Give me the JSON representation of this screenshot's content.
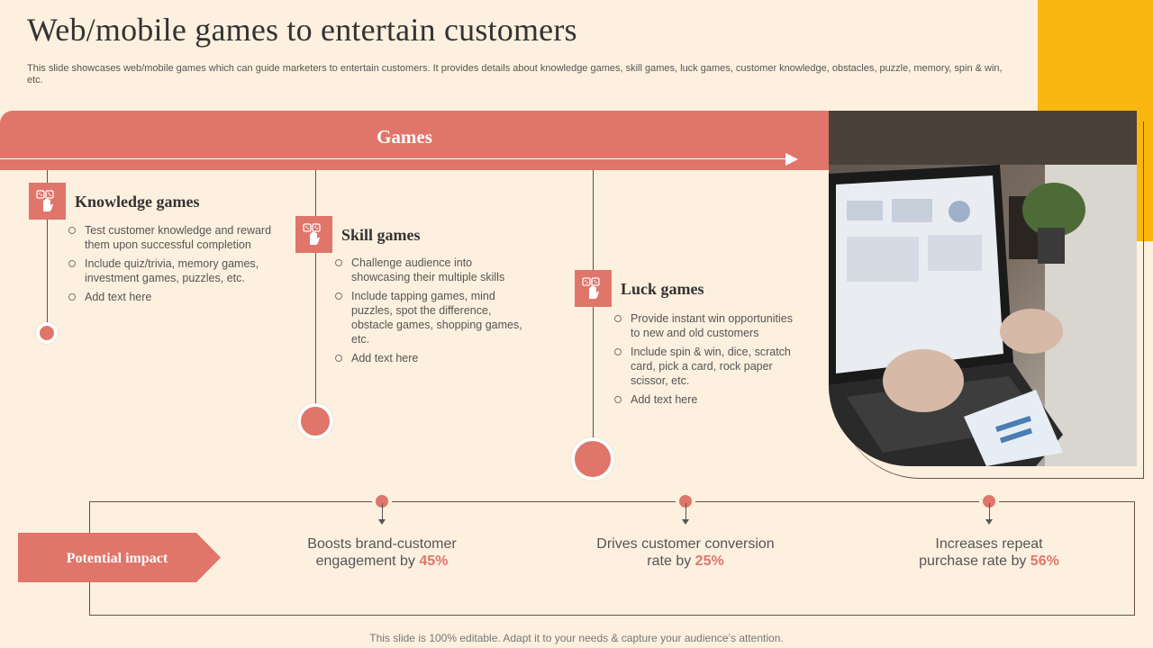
{
  "title": "Web/mobile games to entertain customers",
  "subtitle": "This slide showcases web/mobile games which can guide marketers to entertain customers. It provides details about knowledge games, skill games, luck games, customer knowledge, obstacles, puzzle, memory, spin & win, etc.",
  "banner": {
    "label": "Games"
  },
  "colors": {
    "accent": "#e0756a",
    "yellow": "#fbb710",
    "background": "#fdf0df"
  },
  "columns": [
    {
      "title": "Knowledge games",
      "icon": "hand-dice-icon",
      "bullets": [
        "Test customer knowledge and reward them upon successful completion",
        "Include quiz/trivia, memory games, investment games, puzzles, etc.",
        "Add text here"
      ]
    },
    {
      "title": "Skill games",
      "icon": "hand-dice-icon",
      "bullets": [
        "Challenge audience into showcasing their multiple skills",
        "Include tapping games, mind puzzles, spot the difference, obstacle games, shopping games, etc.",
        "Add text here"
      ]
    },
    {
      "title": "Luck games",
      "icon": "hand-dice-icon",
      "bullets": [
        "Provide instant win opportunities to new and old customers",
        "Include spin & win, dice, scratch card, pick a card, rock paper scissor, etc.",
        "Add text here"
      ]
    }
  ],
  "impact": {
    "label": "Potential impact",
    "items": [
      {
        "line1": "Boosts brand-customer",
        "line2": "engagement by",
        "pct": "45%"
      },
      {
        "line1": "Drives customer conversion",
        "line2": "rate by",
        "pct": "25%"
      },
      {
        "line1": "Increases repeat",
        "line2": "purchase rate by",
        "pct": "56%"
      }
    ]
  },
  "footer": "This slide is 100% editable. Adapt it to your needs & capture your audience’s attention."
}
